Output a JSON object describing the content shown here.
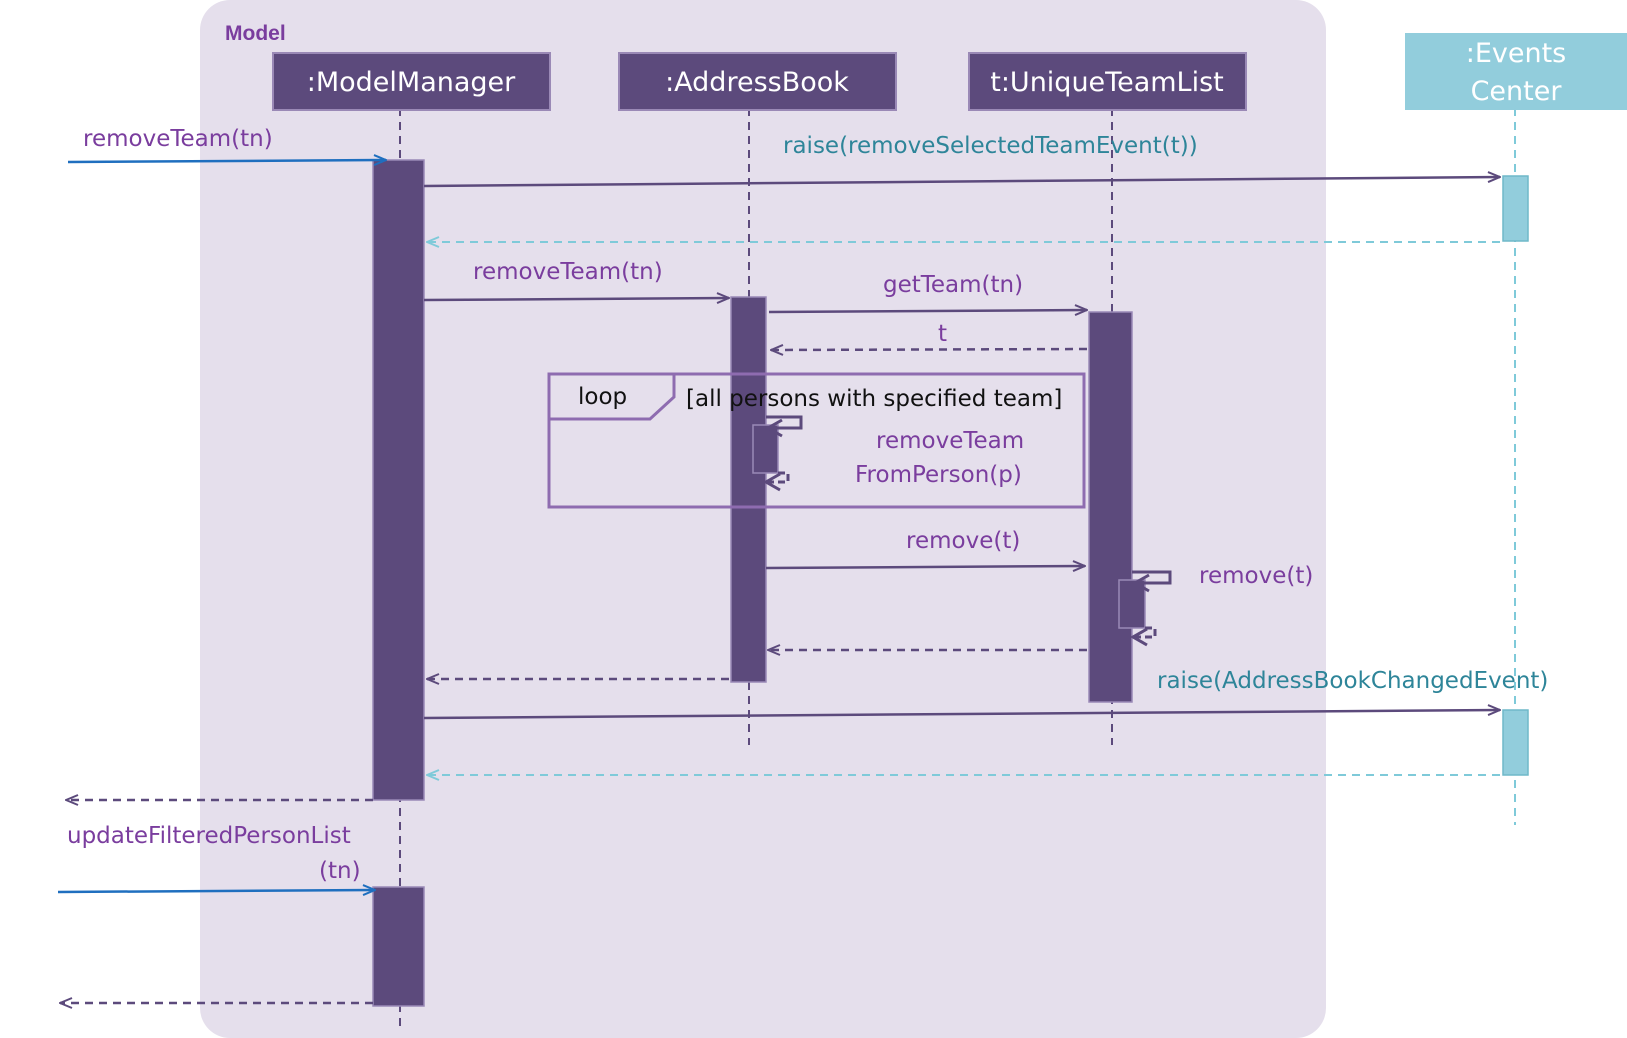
{
  "frame": {
    "label": "Model"
  },
  "participants": {
    "model_manager": ":ModelManager",
    "address_book": ":AddressBook",
    "unique_team_list": "t:UniqueTeamList",
    "events_center_line1": ":Events",
    "events_center_line2": "Center"
  },
  "messages": {
    "remove_team_in": "removeTeam(tn)",
    "raise_remove_selected": "raise(removeSelectedTeamEvent(t))",
    "remove_team_to_ab": "removeTeam(tn)",
    "get_team": "getTeam(tn)",
    "return_t": "t",
    "remove_team_from_person_line1": "removeTeam",
    "remove_team_from_person_line2": "FromPerson(p)",
    "remove_t_call": "remove(t)",
    "remove_t_self": "remove(t)",
    "raise_ab_changed": "raise(AddressBookChangedEvent)",
    "update_filtered_line1": "updateFilteredPersonList",
    "update_filtered_line2": "(tn)"
  },
  "loop": {
    "keyword": "loop",
    "guard": "[all persons with specified team]"
  },
  "colors": {
    "frame_fill": "#e5dfec",
    "participant": "#5c4a7c",
    "events_center": "#92cddc",
    "call_arrow": "#5c4a7c",
    "external_arrow": "#1f6fbf",
    "events_return": "#7fcad9",
    "loop_border": "#8e6cb0",
    "text_purple": "#7a3d9e",
    "text_teal": "#2e8599"
  }
}
